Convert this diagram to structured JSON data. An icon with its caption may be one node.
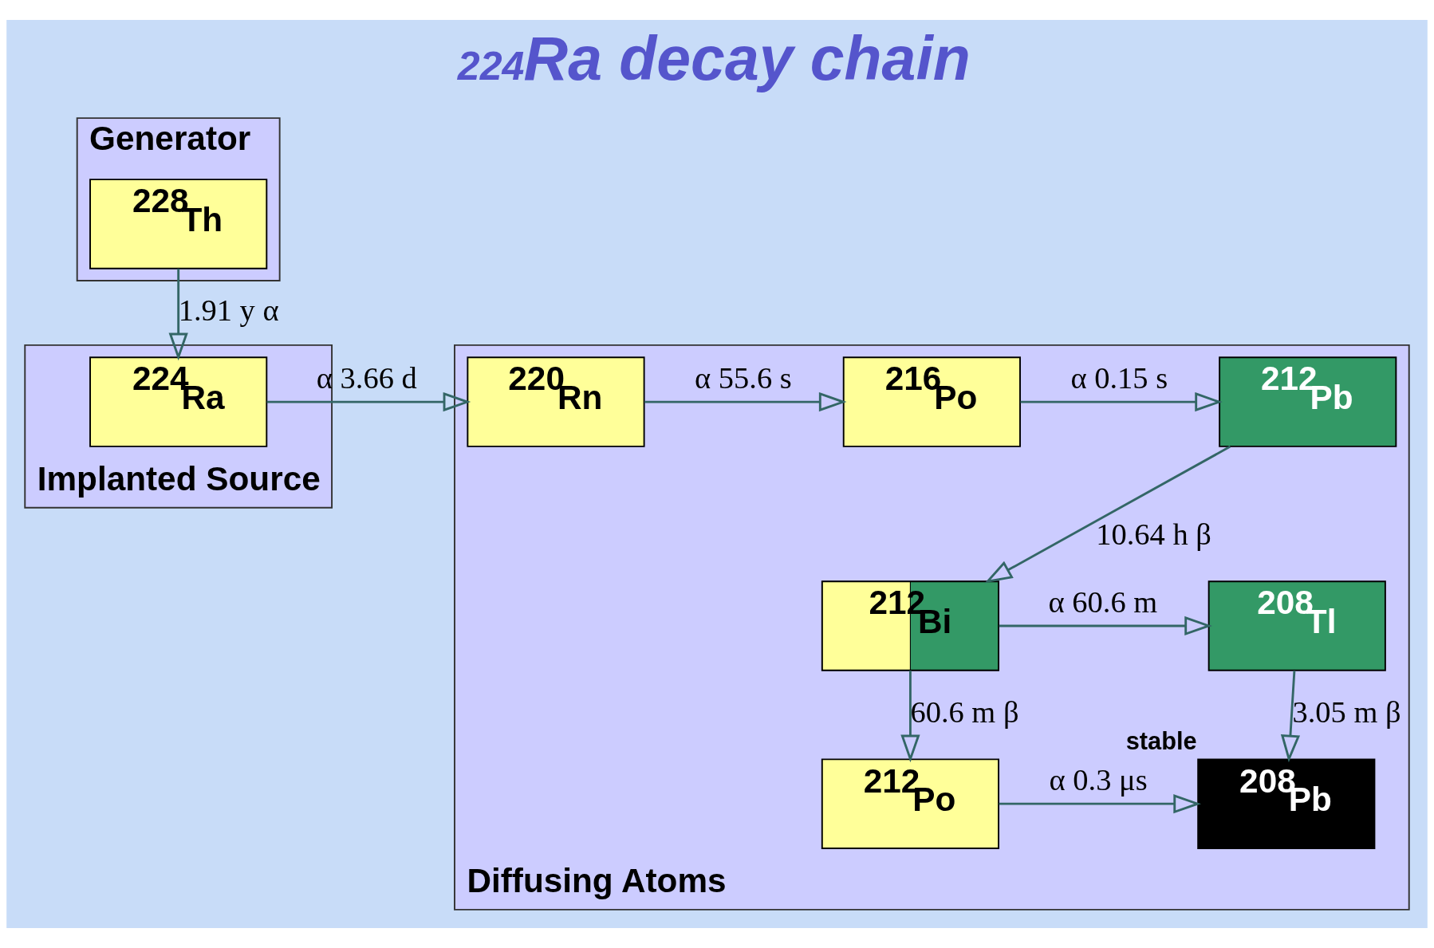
{
  "diagram": {
    "title": "$^{224}$Ra decay chain",
    "nodes": [
      {
        "text": [
          "Generator"
        ]
      },
      {
        "text": [
          "$^{228}$Th"
        ],
        "in": 0
      },
      {
        "text": [
          "Implanted Source"
        ]
      },
      {
        "text": [
          "$^{224}$Ra"
        ],
        "in": 2
      },
      {
        "text": [
          "Diffusing Atoms"
        ]
      },
      {
        "text": [
          "$^{220}$Rn"
        ],
        "in": 4
      },
      {
        "text": [
          "$^{216}$Po"
        ],
        "in": 4
      },
      {
        "text": [
          "$^{212}$Pb"
        ],
        "in": 4
      },
      {
        "text": [
          "$^{212}$Bi"
        ],
        "in": 4
      },
      {
        "text": [
          "$^{208}$Tl"
        ],
        "in": 4
      },
      {
        "text": [
          "$^{212}$Po"
        ],
        "in": 4
      },
      {
        "text": [
          "$^{208}$Pb"
        ],
        "in": 4,
        "beside": [
          "stable"
        ]
      }
    ],
    "edges": [
      {
        "from": 1,
        "to": 3,
        "arrow": "to",
        "label": "1.91 y α"
      },
      {
        "from": 3,
        "to": 5,
        "arrow": "to",
        "label": "α 3.66 d"
      },
      {
        "from": 5,
        "to": 6,
        "arrow": "to",
        "label": "α 55.6 s"
      },
      {
        "from": 6,
        "to": 7,
        "arrow": "to",
        "label": "α 0.15 s"
      },
      {
        "from": 7,
        "to": 8,
        "arrow": "to",
        "label": "10.64 h β"
      },
      {
        "from": 8,
        "to": 9,
        "arrow": "to",
        "label": "α 60.6 m"
      },
      {
        "from": 8,
        "to": 10,
        "arrow": "to",
        "label": "60.6 m β"
      },
      {
        "from": 9,
        "to": 11,
        "arrow": "to",
        "label": "3.05 m β"
      },
      {
        "from": 10,
        "to": 11,
        "arrow": "to",
        "label": "α 0.3 μs"
      }
    ]
  }
}
